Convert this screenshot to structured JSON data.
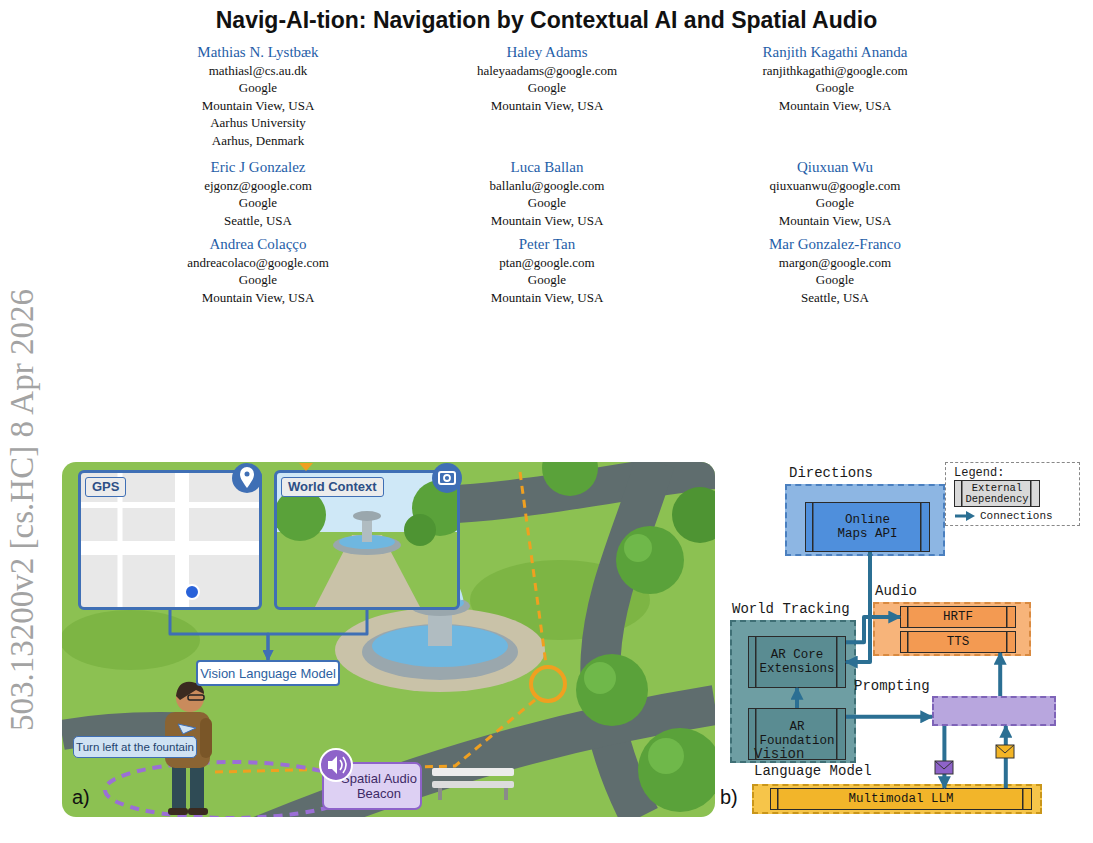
{
  "diagram": {
    "title": "Navig-AI-tion: Navigation by Contextual AI and Spatial Audio",
    "nodes": [
      {
        "text": [
          "GPS"
        ]
      },
      {
        "text": [
          "World Context"
        ]
      },
      {
        "text": [
          "Vision Language Model"
        ]
      },
      {
        "text": [
          "Turn left at the fountain"
        ]
      },
      {
        "text": [
          "Spatial Audio Beacon"
        ]
      },
      {
        "text": [
          "Directions"
        ]
      },
      {
        "text": [
          "Online Maps API"
        ],
        "in": 5
      },
      {
        "text": [
          "World Tracking"
        ]
      },
      {
        "text": [
          "AR Core Extensions"
        ],
        "in": 7
      },
      {
        "text": [
          "AR Foundation"
        ],
        "in": 7
      },
      {
        "text": [
          "Audio"
        ]
      },
      {
        "text": [
          "HRTF"
        ],
        "in": 10
      },
      {
        "text": [
          "TTS"
        ],
        "in": 10
      },
      {
        "text": [
          "Prompting"
        ]
      },
      {
        "text": [
          "Vision Language Model"
        ]
      },
      {
        "text": [
          "Multimodal LLM"
        ],
        "in": 14
      }
    ],
    "edges": [
      {
        "from": 0,
        "to": 2,
        "arrow": "to"
      },
      {
        "from": 1,
        "to": 2,
        "arrow": "to"
      },
      {
        "from": 6,
        "to": 8,
        "arrow": "to"
      },
      {
        "from": 8,
        "to": 11,
        "arrow": "to"
      },
      {
        "from": 9,
        "to": 8,
        "arrow": "to"
      },
      {
        "from": 9,
        "to": 13,
        "arrow": "to"
      },
      {
        "from": 13,
        "to": 15,
        "arrow": "to"
      },
      {
        "from": 15,
        "to": 13,
        "arrow": "to"
      },
      {
        "from": 13,
        "to": 12,
        "arrow": "to"
      }
    ],
    "labels": [
      "503.13200v2 [cs.HC] 8 Apr 2026",
      "Mathias N. Lystbæk",
      "mathiasl@cs.au.dk",
      "Google",
      "Mountain View, USA",
      "Aarhus University",
      "Aarhus, Denmark",
      "Haley Adams",
      "haleyaadams@google.com",
      "Google",
      "Mountain View, USA",
      "Ranjith Kagathi Ananda",
      "ranjithkagathi@google.com",
      "Google",
      "Mountain View, USA",
      "Eric J Gonzalez",
      "ejgonz@google.com",
      "Google",
      "Seattle, USA",
      "Luca Ballan",
      "ballanlu@google.com",
      "Google",
      "Mountain View, USA",
      "Qiuxuan Wu",
      "qiuxuanwu@google.com",
      "Google",
      "Mountain View, USA",
      "Andrea Colaçço",
      "andreacolaco@google.com",
      "Google",
      "Mountain View, USA",
      "Peter Tan",
      "ptan@google.com",
      "Google",
      "Mountain View, USA",
      "Mar Gonzalez-Franco",
      "margon@google.com",
      "Google",
      "Seattle, USA",
      "a)",
      "b)",
      "Legend:"
    ],
    "legend": [
      {
        "text": "External Dependency"
      },
      {
        "text": "Connections"
      }
    ]
  }
}
